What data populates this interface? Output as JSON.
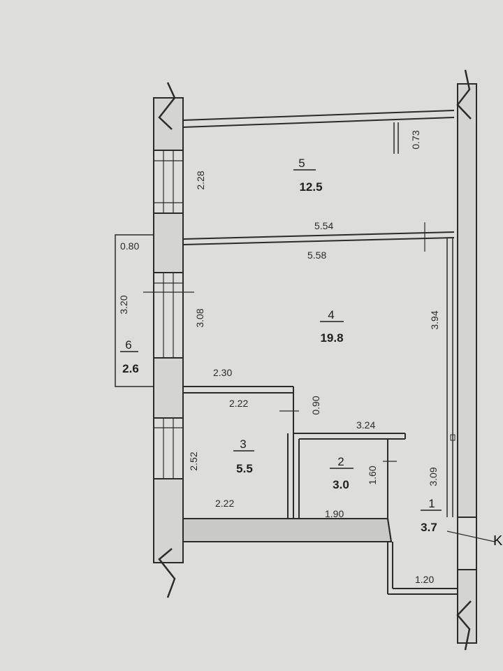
{
  "rooms": [
    {
      "number": "5",
      "area": "12.5"
    },
    {
      "number": "4",
      "area": "19.8"
    },
    {
      "number": "3",
      "area": "5.5"
    },
    {
      "number": "2",
      "area": "3.0"
    },
    {
      "number": "1",
      "area": "3.7"
    },
    {
      "number": "6",
      "area": "2.6"
    }
  ],
  "dimensions": {
    "d073": "0.73",
    "d228": "2.28",
    "d554": "5.54",
    "d080": "0.80",
    "d558": "5.58",
    "d320": "3.20",
    "d308": "3.08",
    "d394": "3.94",
    "d230": "2.30",
    "d222_top": "2.22",
    "d090": "0.90",
    "d324": "3.24",
    "d252": "2.52",
    "d160": "1.60",
    "d309": "3.09",
    "d222_bottom": "2.22",
    "d190": "1.90",
    "d120": "1.20"
  },
  "edge_marker": "K"
}
